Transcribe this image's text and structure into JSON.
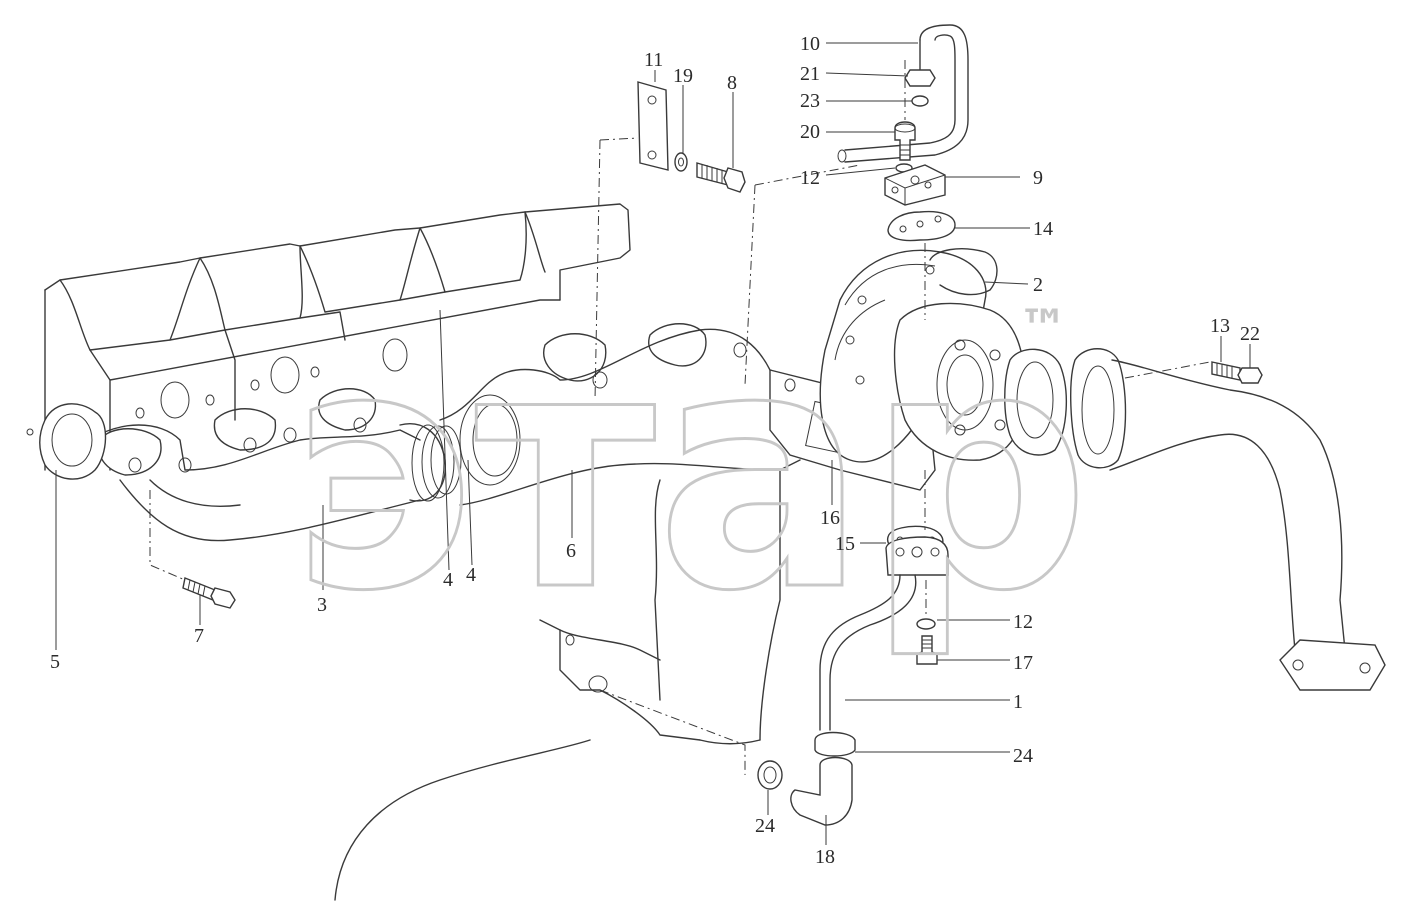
{
  "diagram": {
    "watermark": "этар",
    "watermark_mark": "™",
    "callouts": [
      {
        "id": "c1",
        "label": "1"
      },
      {
        "id": "c2",
        "label": "2"
      },
      {
        "id": "c3",
        "label": "3"
      },
      {
        "id": "c4a",
        "label": "4"
      },
      {
        "id": "c4b",
        "label": "4"
      },
      {
        "id": "c5",
        "label": "5"
      },
      {
        "id": "c6",
        "label": "6"
      },
      {
        "id": "c7",
        "label": "7"
      },
      {
        "id": "c8",
        "label": "8"
      },
      {
        "id": "c9",
        "label": "9"
      },
      {
        "id": "c10",
        "label": "10"
      },
      {
        "id": "c11",
        "label": "11"
      },
      {
        "id": "c12a",
        "label": "12"
      },
      {
        "id": "c12b",
        "label": "12"
      },
      {
        "id": "c13",
        "label": "13"
      },
      {
        "id": "c14",
        "label": "14"
      },
      {
        "id": "c15",
        "label": "15"
      },
      {
        "id": "c16",
        "label": "16"
      },
      {
        "id": "c17",
        "label": "17"
      },
      {
        "id": "c18",
        "label": "18"
      },
      {
        "id": "c19",
        "label": "19"
      },
      {
        "id": "c20",
        "label": "20"
      },
      {
        "id": "c21",
        "label": "21"
      },
      {
        "id": "c22",
        "label": "22"
      },
      {
        "id": "c23",
        "label": "23"
      },
      {
        "id": "c24a",
        "label": "24"
      },
      {
        "id": "c24b",
        "label": "24"
      }
    ]
  }
}
